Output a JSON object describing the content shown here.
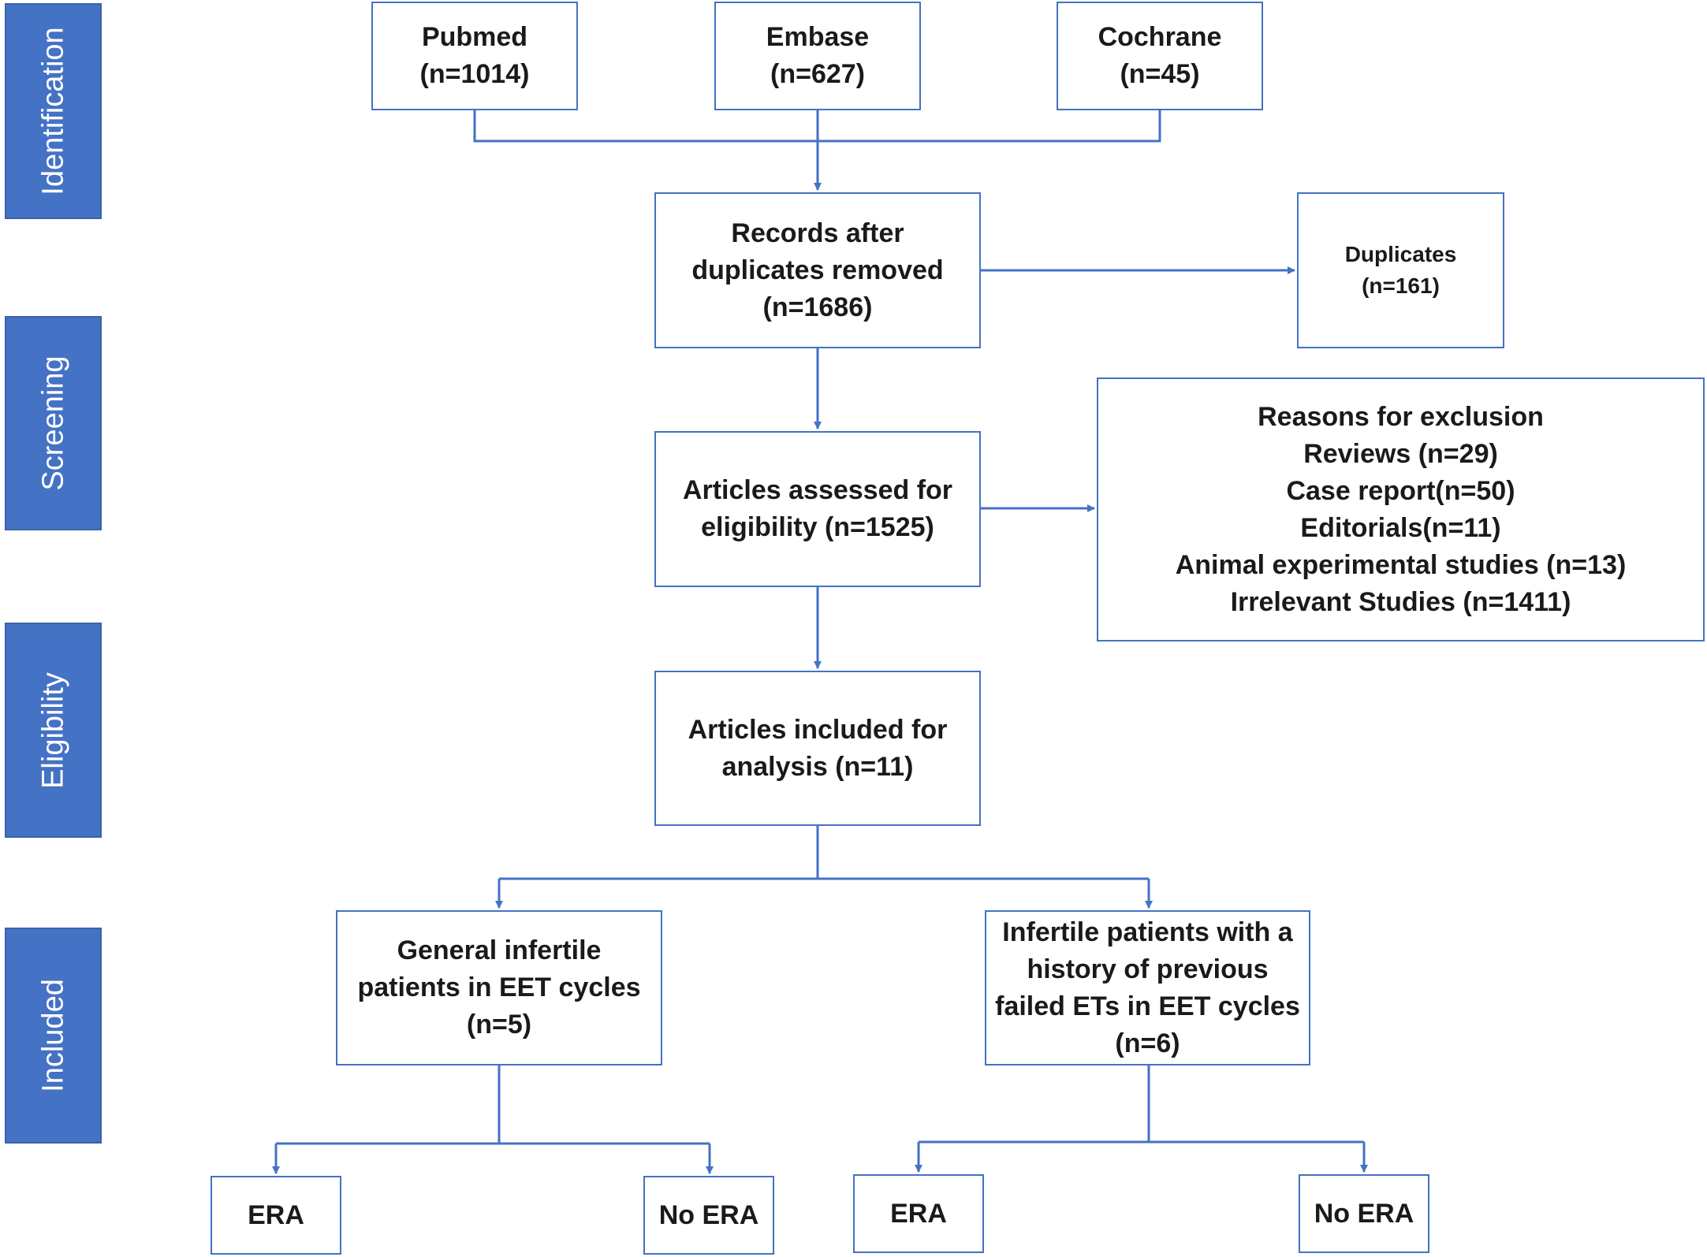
{
  "stages": [
    "Identification",
    "Screening",
    "Eligibility",
    "Included"
  ],
  "sources": [
    {
      "name": "Pubmed",
      "count": "(n=1014)"
    },
    {
      "name": "Embase",
      "count": "(n=627)"
    },
    {
      "name": "Cochrane",
      "count": "(n=45)"
    }
  ],
  "records_after_duplicates": [
    "Records after",
    "duplicates removed",
    "(n=1686)"
  ],
  "duplicates": [
    "Duplicates",
    "(n=161)"
  ],
  "assessed": [
    "Articles assessed for",
    "eligibility (n=1525)"
  ],
  "exclusion": [
    "Reasons for exclusion",
    "Reviews (n=29)",
    "Case report(n=50)",
    "Editorials(n=11)",
    "Animal experimental studies (n=13)",
    "Irrelevant Studies (n=1411)"
  ],
  "included": [
    "Articles included for",
    "analysis (n=11)"
  ],
  "groups": [
    {
      "lines": [
        "General infertile",
        "patients in EET cycles",
        "(n=5)"
      ],
      "era": "ERA",
      "no_era": "No ERA"
    },
    {
      "lines": [
        "Infertile patients with a",
        "history of previous",
        "failed ETs  in EET cycles",
        "(n=6)"
      ],
      "era": "ERA",
      "no_era": "No ERA"
    }
  ],
  "colors": {
    "accent": "#4472C4",
    "stage_bar": "#4472C4"
  }
}
